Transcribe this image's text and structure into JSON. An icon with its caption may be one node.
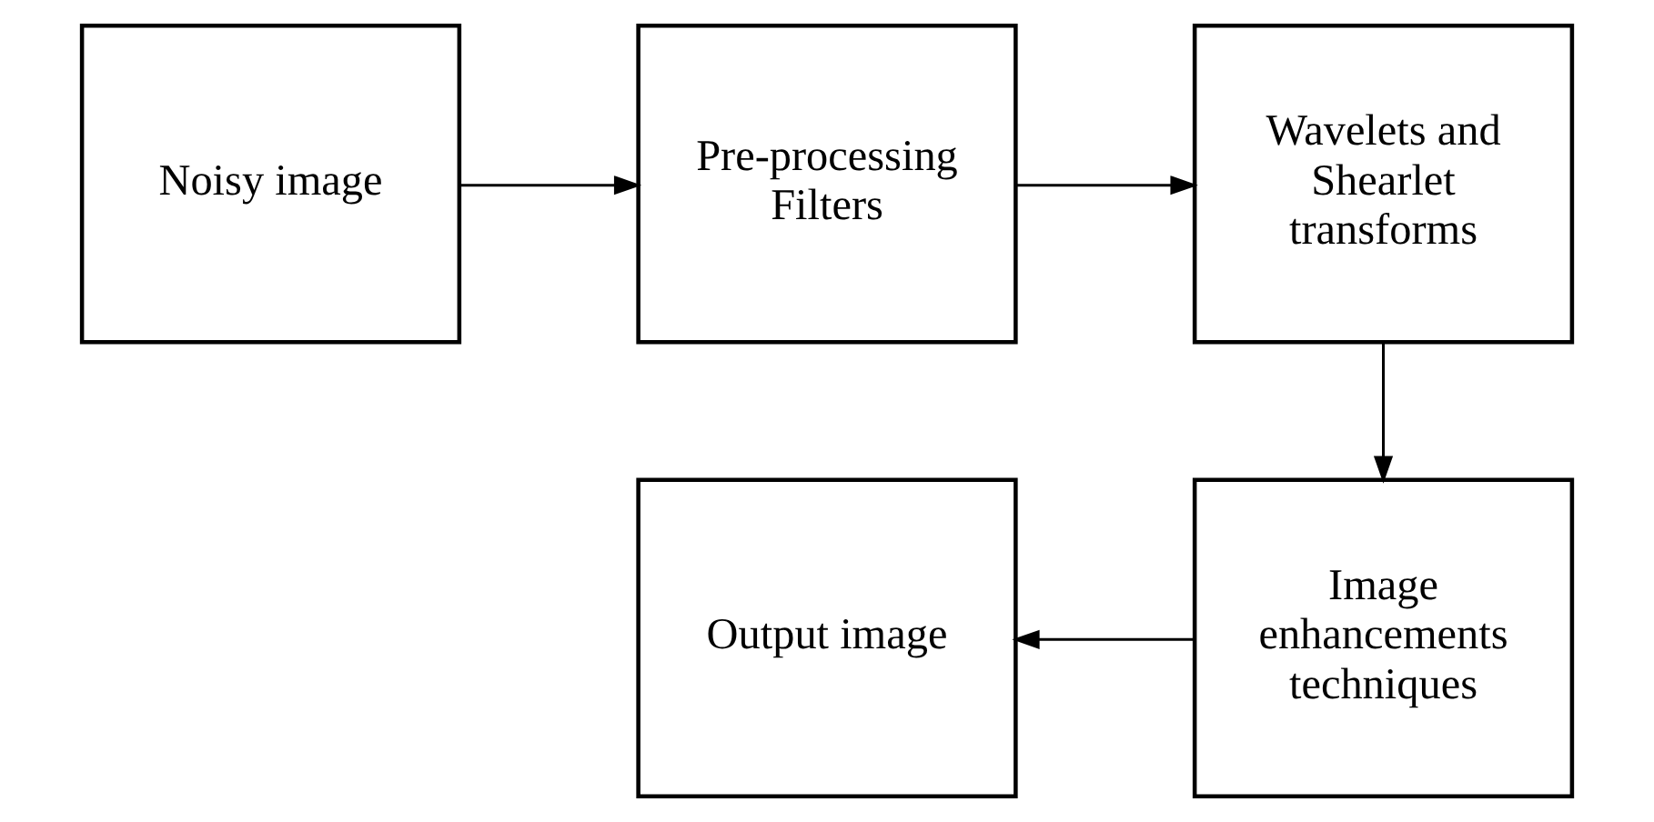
{
  "diagram": {
    "nodes": [
      {
        "text": [
          "Noisy image"
        ]
      },
      {
        "text": [
          "Pre-processing Filters"
        ]
      },
      {
        "text": [
          "Wavelets and Shearlet transforms"
        ]
      },
      {
        "text": [
          "Image enhancements techniques"
        ]
      },
      {
        "text": [
          "Output image"
        ]
      }
    ],
    "edges": [
      {
        "from": 0,
        "to": 1,
        "arrow": "to"
      },
      {
        "from": 1,
        "to": 2,
        "arrow": "to"
      },
      {
        "from": 2,
        "to": 3,
        "arrow": "to"
      },
      {
        "from": 3,
        "to": 4,
        "arrow": "to"
      }
    ]
  }
}
